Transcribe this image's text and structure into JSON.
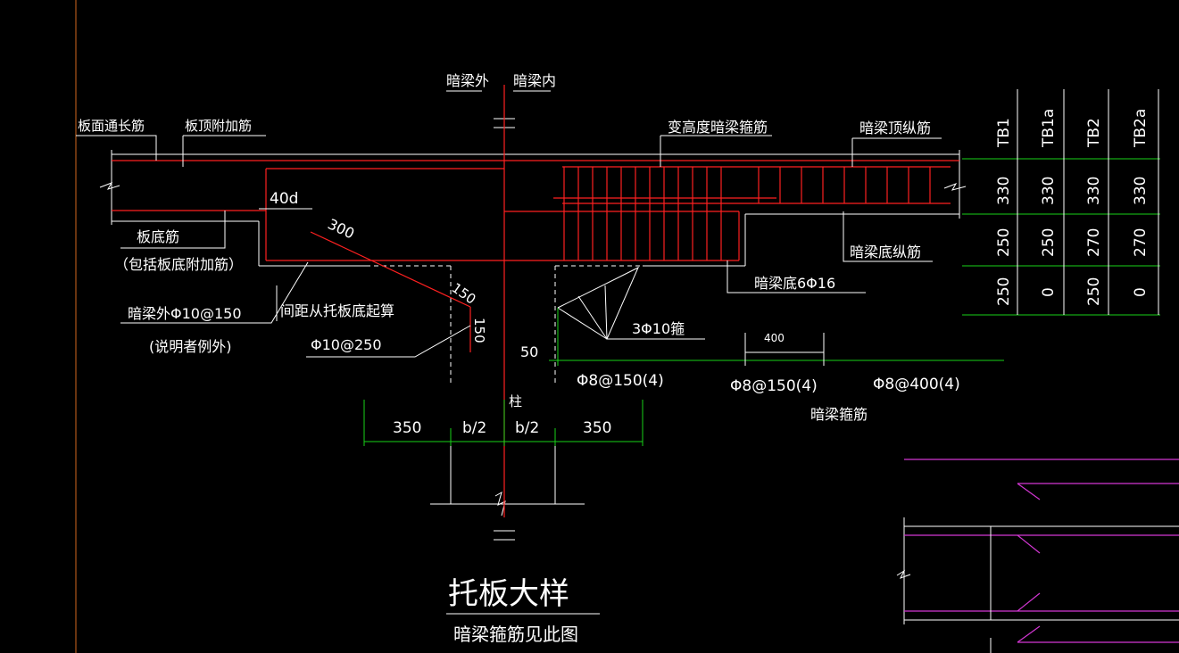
{
  "colors": {
    "background": "#000000",
    "outline": "#ffffff",
    "rebar": "#ff2020",
    "dimension": "#19d219",
    "adjacent_detail": "#d236d2",
    "border": "#d2691e"
  },
  "labels": {
    "beam_outside": "暗梁外",
    "beam_inside": "暗梁内",
    "slab_top_long": "板面通长筋",
    "slab_top_add": "板顶附加筋",
    "var_height_stirrup": "变高度暗梁箍筋",
    "beam_top_long": "暗梁顶纵筋",
    "anchor_40d": "40d",
    "dim_300": "300",
    "slab_bottom": "板底筋",
    "slab_bottom_note": "（包括板底附加筋）",
    "beam_bottom_long": "暗梁底纵筋",
    "beam_bottom_6": "暗梁底6Φ16",
    "dim_150_a": "150",
    "dim_150_b": "150",
    "beam_outer_bar": "暗梁外Φ10@150",
    "beam_outer_note": "(说明者例外)",
    "spacing_from": "间距从托板底起算",
    "bar_10_250": "Φ10@250",
    "stirrup_3_10": "3Φ10箍",
    "dim_50": "50",
    "dim_400": "400",
    "stirrup_8_150_a": "Φ8@150(4)",
    "stirrup_8_150_b": "Φ8@150(4)",
    "stirrup_8_400": "Φ8@400(4)",
    "beam_stirrup": "暗梁箍筋",
    "column": "柱",
    "dim_350_left": "350",
    "dim_b2_left": "b/2",
    "dim_b2_right": "b/2",
    "dim_350_right": "350",
    "title": "托板大样",
    "subtitle": "暗梁箍筋见此图"
  },
  "table": {
    "headers": [
      "TB1",
      "TB1a",
      "TB2",
      "TB2a"
    ],
    "rows": [
      [
        "330",
        "330",
        "330",
        "330"
      ],
      [
        "250",
        "250",
        "270",
        "270"
      ],
      [
        "250",
        "0",
        "250",
        "0"
      ]
    ]
  }
}
